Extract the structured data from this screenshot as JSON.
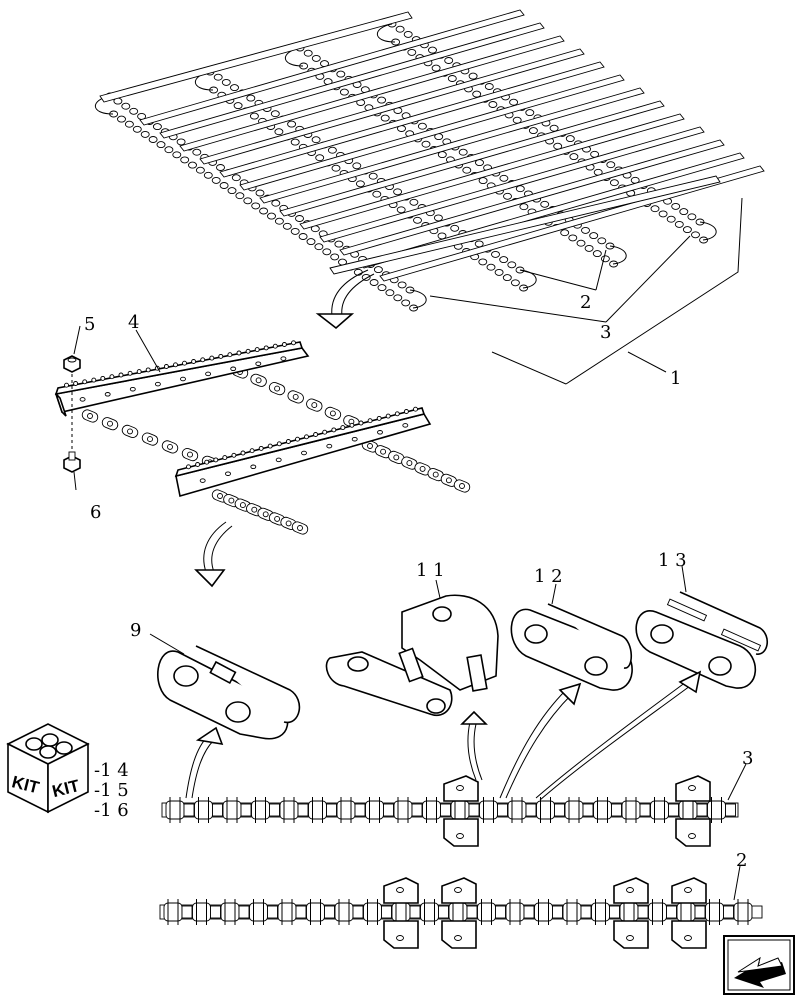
{
  "callouts": {
    "c1": "1",
    "c2_top": "2",
    "c3_top": "3",
    "c4": "4",
    "c5": "5",
    "c6": "6",
    "c9": "9",
    "c11": "1 1",
    "c12": "1 2",
    "c13": "1 3",
    "c3_chain": "3",
    "c2_chain": "2"
  },
  "kit": {
    "label_left": "KIT",
    "label_right": "KIT",
    "items": [
      "-1 4",
      "-1 5",
      "-1 6"
    ]
  },
  "icons": {
    "kit_box": "kit-box-icon",
    "nav": "back-arrow-icon"
  }
}
